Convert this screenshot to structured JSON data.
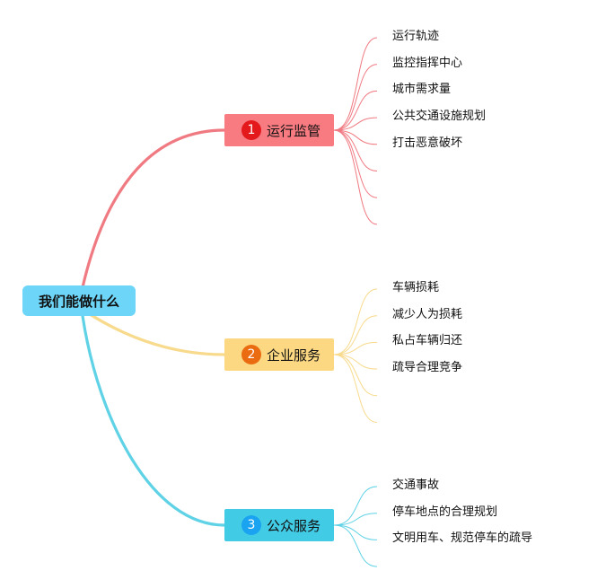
{
  "root": {
    "label": "我们能做什么",
    "color": "#6dd5f7"
  },
  "branches": [
    {
      "badge": "1",
      "label": "运行监管",
      "fill": "#f77b81",
      "badge_color": "#e3191c",
      "line_color": "#f07a82",
      "leaves": [
        "运行轨迹",
        "监控指挥中心",
        "城市需求量",
        "公共交通设施规划",
        "打击恶意破坏",
        "",
        "",
        ""
      ]
    },
    {
      "badge": "2",
      "label": "企业服务",
      "fill": "#fcd882",
      "badge_color": "#ea6b10",
      "line_color": "#f8da8c",
      "leaves": [
        "车辆损耗",
        "减少人为损耗",
        "私占车辆归还",
        "疏导合理竞争",
        "",
        ""
      ]
    },
    {
      "badge": "3",
      "label": "公众服务",
      "fill": "#42cbe4",
      "badge_color": "#1aa3f0",
      "line_color": "#5fd2e6",
      "leaves": [
        "交通事故",
        "停车地点的合理规划",
        "文明用车、规范停车的疏导",
        ""
      ]
    }
  ]
}
